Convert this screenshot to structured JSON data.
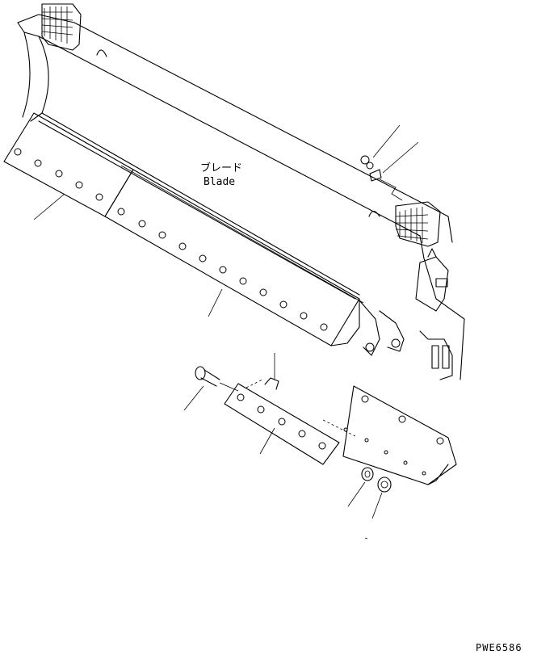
{
  "labels": {
    "blade_jp": "ブレード",
    "blade_en": "Blade"
  },
  "drawing_code": "PWE6586"
}
